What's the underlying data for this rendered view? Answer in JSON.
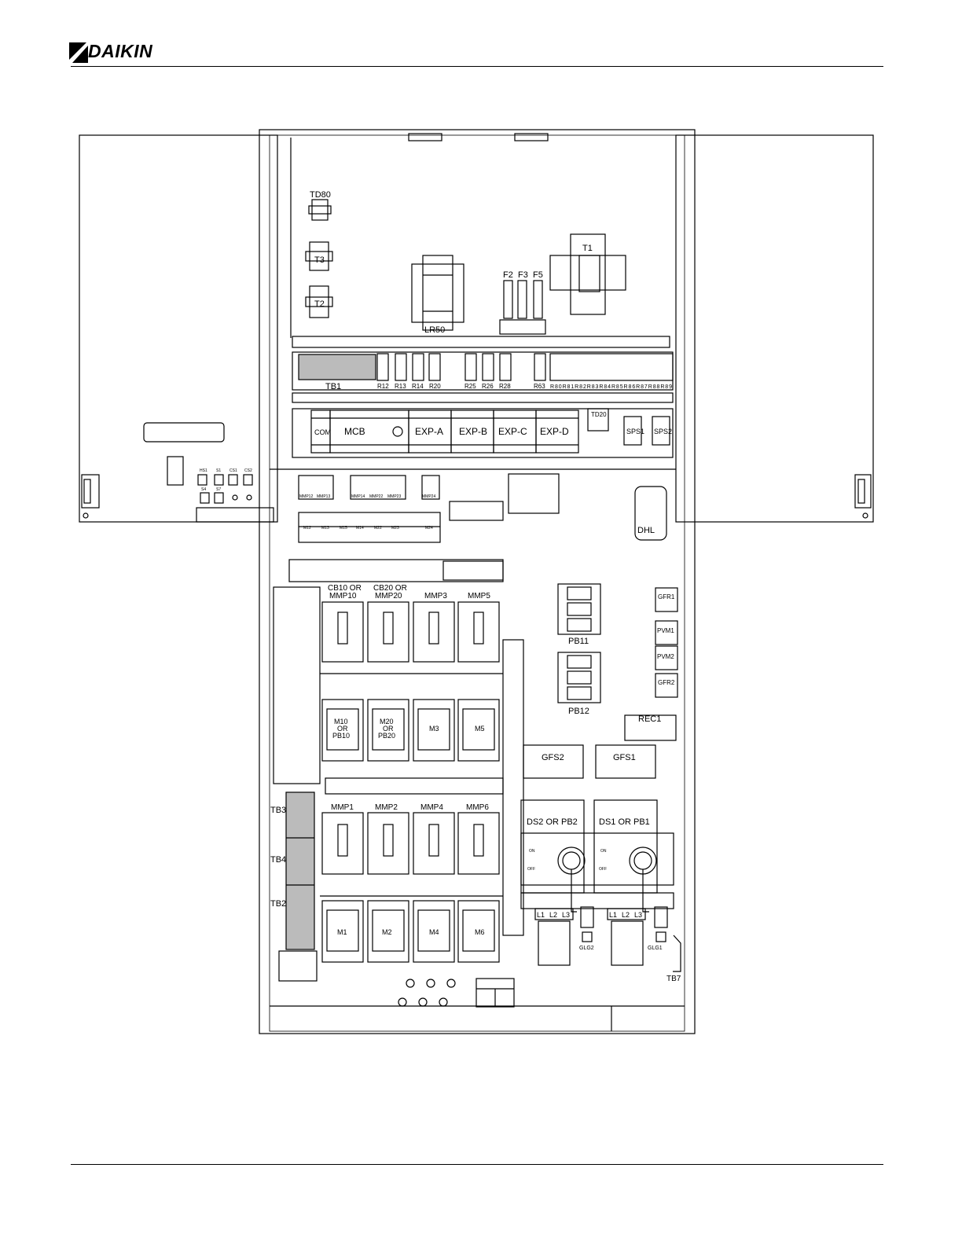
{
  "brand": {
    "name": "DAIKIN"
  },
  "labels": {
    "td80": "TD80",
    "t3": "T3",
    "t2": "T2",
    "lr50": "LR50",
    "f2": "F2",
    "f3": "F3",
    "f5": "F5",
    "t1": "T1",
    "tb1": "TB1",
    "r12": "R12",
    "r13": "R13",
    "r14": "R14",
    "r20": "R20",
    "r25": "R25",
    "r26": "R26",
    "r28": "R28",
    "r63": "R63",
    "r80_89": "R80R81R82R83R84R85R86R87R88R89",
    "com": "COM",
    "mcb": "MCB",
    "expa": "EXP-A",
    "expb": "EXP-B",
    "expc": "EXP-C",
    "expd": "EXP-D",
    "td20": "TD20",
    "sps1": "SPS1",
    "sps2": "SPS2",
    "hs1": "HS1",
    "s1": "S1",
    "cs1": "CS1",
    "cs2": "CS2",
    "s4": "S4",
    "s7": "S7",
    "mmp12": "MMP12",
    "mmp13": "MMP13",
    "mmp14": "MMP14",
    "mmp22": "MMP22",
    "mmp23": "MMP23",
    "mmp24": "MMP24",
    "m12": "M12",
    "m13": "M13",
    "m15": "M15",
    "m14": "M14",
    "m22": "M22",
    "m23": "M23",
    "m24": "M24",
    "dhl": "DHL",
    "cb10a": "CB10 OR",
    "cb10b": "MMP10",
    "cb20a": "CB20 OR",
    "cb20b": "MMP20",
    "mmp3": "MMP3",
    "mmp5": "MMP5",
    "pb11": "PB11",
    "pb12": "PB12",
    "gfr1": "GFR1",
    "pvm1": "PVM1",
    "pvm2": "PVM2",
    "gfr2": "GFR2",
    "m10a": "M10",
    "or1": "OR",
    "pb10": "PB10",
    "m20a": "M20",
    "or2": "OR",
    "pb20": "PB20",
    "m3": "M3",
    "m5": "M5",
    "rec1": "REC1",
    "gfs2": "GFS2",
    "gfs1": "GFS1",
    "tb3": "TB3",
    "tb4": "TB4",
    "tb2": "TB2",
    "mmp1": "MMP1",
    "mmp2": "MMP2",
    "mmp4": "MMP4",
    "mmp6": "MMP6",
    "ds2": "DS2 OR PB2",
    "ds1": "DS1 OR PB1",
    "on": "ON",
    "off": "OFF",
    "l1": "L1",
    "l2": "L2",
    "l3": "L3",
    "m1": "M1",
    "m2": "M2",
    "m4": "M4",
    "m6": "M6",
    "glg2": "GLG2",
    "glg1": "GLG1",
    "tb7": "TB7"
  }
}
